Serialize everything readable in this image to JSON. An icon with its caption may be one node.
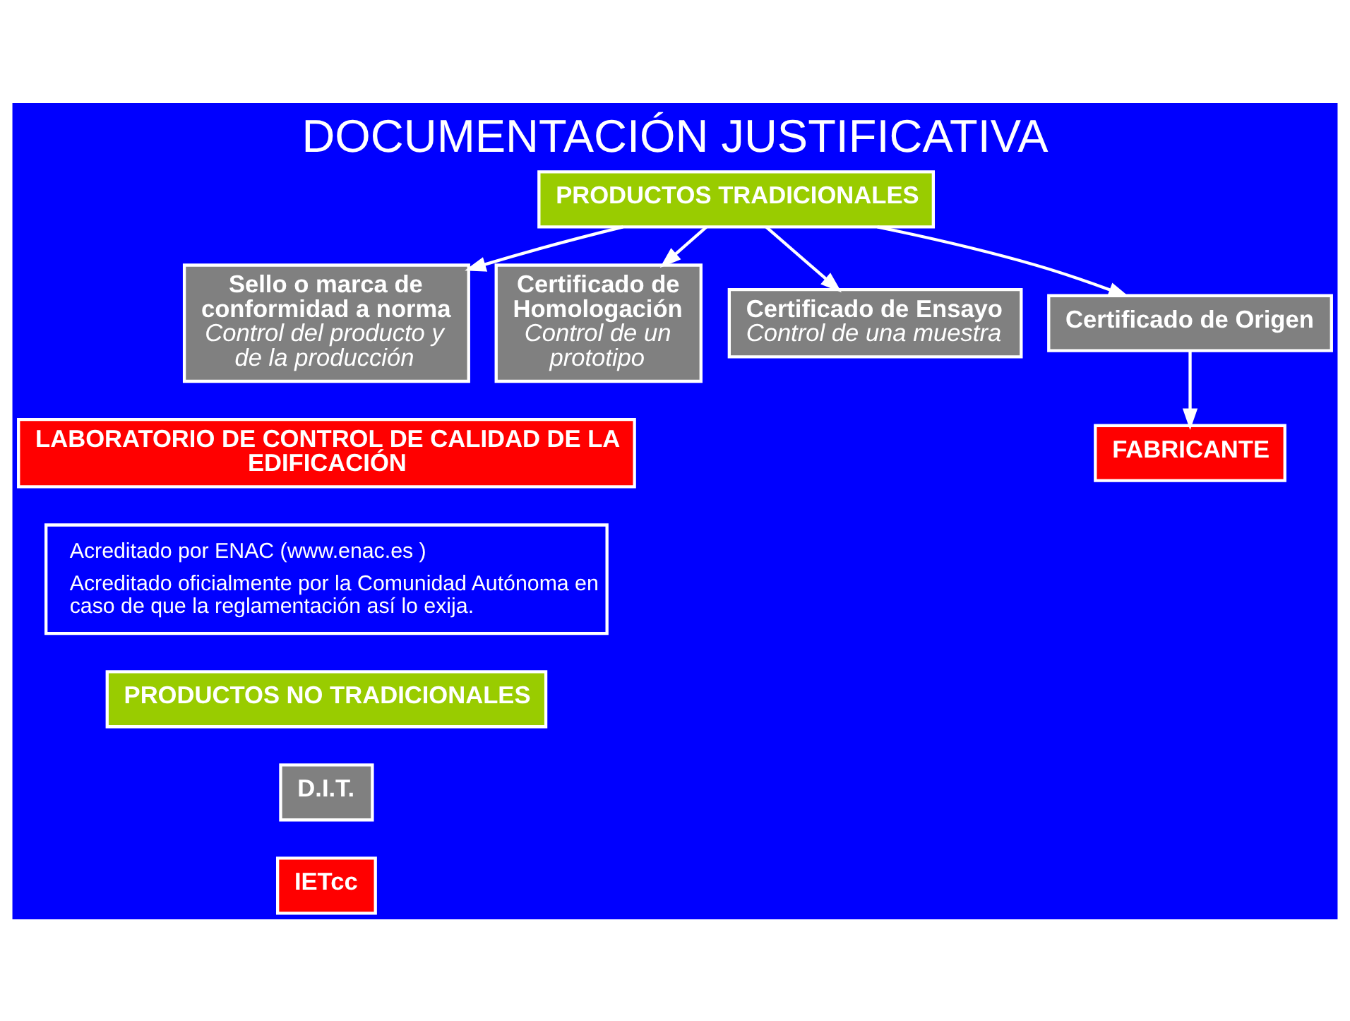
{
  "diagram": {
    "title": "DOCUMENTACIÓN JUSTIFICATIVA",
    "nodes": [
      {
        "text": [
          "PRODUCTOS TRADICIONALES"
        ]
      },
      {
        "text": [
          "Sello o marca de conformidad a norma",
          "Control del producto y de la producción"
        ]
      },
      {
        "text": [
          "Certificado de Homologación",
          "Control de un prototipo"
        ]
      },
      {
        "text": [
          "Certificado de Ensayo",
          "Control de una muestra"
        ]
      },
      {
        "text": [
          "Certificado de Origen"
        ]
      },
      {
        "text": [
          "FABRICANTE"
        ]
      },
      {
        "text": [
          "LABORATORIO DE CONTROL DE CALIDAD DE LA EDIFICACIÓN"
        ]
      },
      {
        "text": [
          "Acreditado por ENAC (www.enac.es )",
          "Acreditado oficialmente por la Comunidad Autónoma en caso de que la reglamentación así lo exija."
        ]
      },
      {
        "text": [
          "PRODUCTOS NO TRADICIONALES"
        ]
      },
      {
        "text": [
          "D.I.T."
        ]
      },
      {
        "text": [
          "IETcc"
        ]
      }
    ],
    "edges": [
      {
        "from": 0,
        "to": 1,
        "arrow": "to"
      },
      {
        "from": 0,
        "to": 2,
        "arrow": "to"
      },
      {
        "from": 0,
        "to": 3,
        "arrow": "to"
      },
      {
        "from": 0,
        "to": 4,
        "arrow": "to"
      },
      {
        "from": 4,
        "to": 5,
        "arrow": "to"
      }
    ]
  }
}
